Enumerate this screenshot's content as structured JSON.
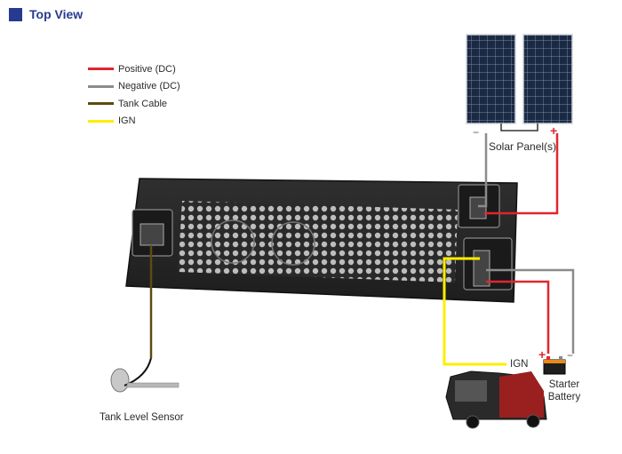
{
  "title": "Top View",
  "colors": {
    "accent": "#263a8f",
    "positive": "#e1262d",
    "negative": "#8c8c8c",
    "tank": "#5e4a12",
    "ign": "#ffee00"
  },
  "legend": [
    {
      "label": "Positive (DC)",
      "color": "#e1262d"
    },
    {
      "label": "Negative (DC)",
      "color": "#8c8c8c"
    },
    {
      "label": "Tank Cable",
      "color": "#5e4a12"
    },
    {
      "label": "IGN",
      "color": "#ffee00"
    }
  ],
  "labels": {
    "solar_panels": "Solar Panel(s)",
    "solar_minus": "−",
    "solar_plus": "+",
    "tank_sensor": "Tank Level Sensor",
    "ign": "IGN",
    "starter_battery_line1": "Starter",
    "starter_battery_line2": "Battery",
    "battery_plus": "+",
    "battery_minus": "−"
  }
}
